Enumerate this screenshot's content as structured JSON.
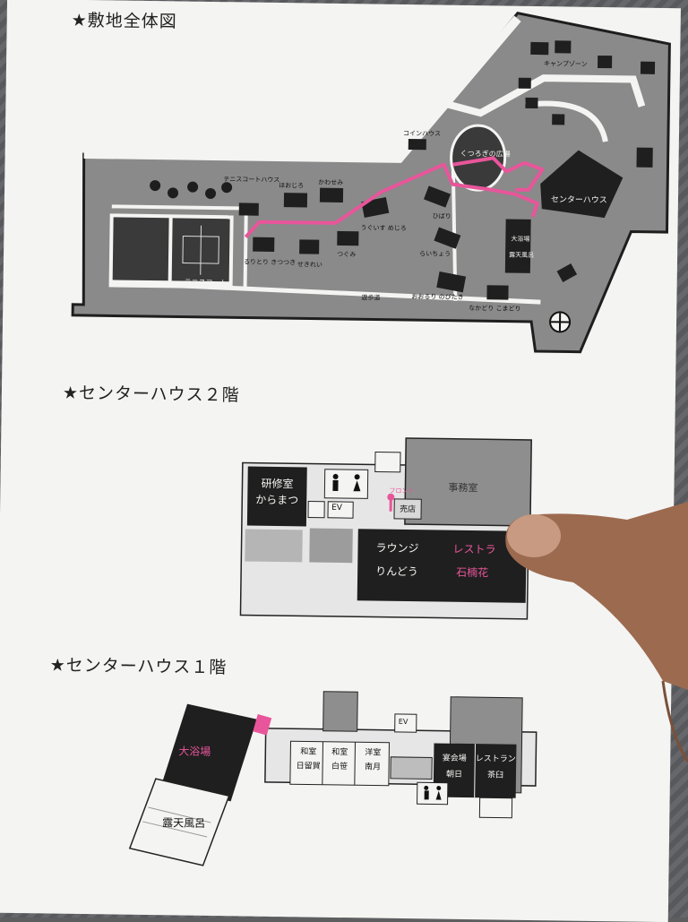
{
  "headings": {
    "site_map": "★敷地全体図",
    "floor2": "★センターハウス２階",
    "floor1": "★センターハウス１階"
  },
  "site_map": {
    "buildings": {
      "camp_zone": "キャンプゾーン",
      "tennis_court_house": "テニスコートハウス",
      "tennis_court": "テニスコート",
      "coin_house": "コインハウス",
      "kutsurogi_hiroba": "くつろぎの広場",
      "center_house": "センターハウス",
      "daiyokujo": "大浴場",
      "rotenburo": "露天風呂",
      "hoojiro": "ほおじろ",
      "kawasemi": "かわせみ",
      "uguisu_mejiro": "うぐいす めじろ",
      "tsugumi": "つぐみ",
      "sekirei": "せきれい",
      "ruri_kitsutsuki": "るりとり きつつき",
      "hibari": "ひばり",
      "raichou": "らいちょう",
      "ooruri_nobitaki": "おおるり のびたき",
      "nakodori_komadori": "なかどり こまどり",
      "sanposhoudou": "遊歩道"
    }
  },
  "floor2": {
    "kenshushitsu": "研修室",
    "karamatsu": "からまつ",
    "ev": "EV",
    "front": "フロント",
    "baiten": "売店",
    "office": "事務室",
    "lounge": "ラウンジ",
    "rindou": "りんどう",
    "restaurant": "レストラ",
    "sekinange": "石楠花"
  },
  "floor1": {
    "daiyokujo": "大浴場",
    "rotenburo": "露天風呂",
    "washitsu1": "和室",
    "himurojiga": "日留賀",
    "washitsu2": "和室",
    "shirasasa": "白笹",
    "youshitsu": "洋室",
    "nangetsu": "南月",
    "ev": "EV",
    "enkaijo": "宴会場",
    "asahi": "朝日",
    "restaurant": "レストラン",
    "chahaku": "茶臼"
  },
  "colors": {
    "route": "#e8559a",
    "dark_block": "#2b2b2b",
    "mid_gray": "#8e8e8e",
    "paper": "#f4f4f2"
  }
}
